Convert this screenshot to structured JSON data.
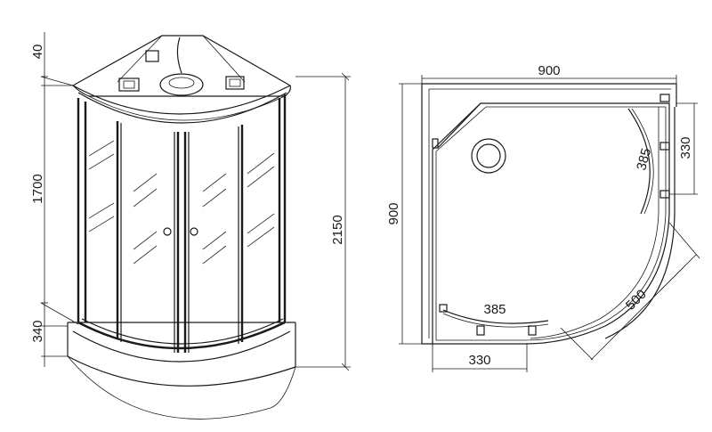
{
  "front_view": {
    "dimensions": {
      "top_dome": "40",
      "cabin_height": "1700",
      "tray_height": "340",
      "total_height": "2150"
    }
  },
  "plan_view": {
    "dimensions": {
      "width": "900",
      "depth": "900",
      "side_panel_right": "330",
      "side_panel_bottom": "330",
      "door_arc_right": "385",
      "door_arc_bottom": "385",
      "diagonal": "500"
    }
  }
}
